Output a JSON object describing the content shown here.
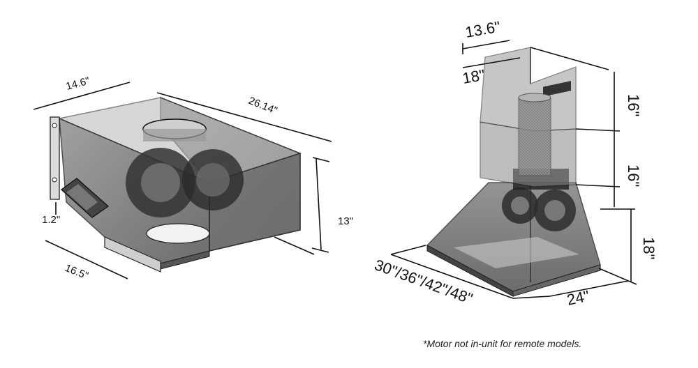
{
  "left_unit": {
    "dims": {
      "depth": "14.6\"",
      "width": "26.14\"",
      "height": "13\"",
      "side": "1.2\"",
      "front": "16.5\""
    }
  },
  "right_unit": {
    "dims": {
      "chimney_depth": "13.6\"",
      "chimney_width": "18\"",
      "upper_flue": "16\"",
      "lower_flue": "16\"",
      "hood_height": "18\"",
      "hood_width": "30\"/36\"/42\"/48\"",
      "hood_depth": "24\""
    }
  },
  "footnote": "*Motor not in-unit for remote models."
}
